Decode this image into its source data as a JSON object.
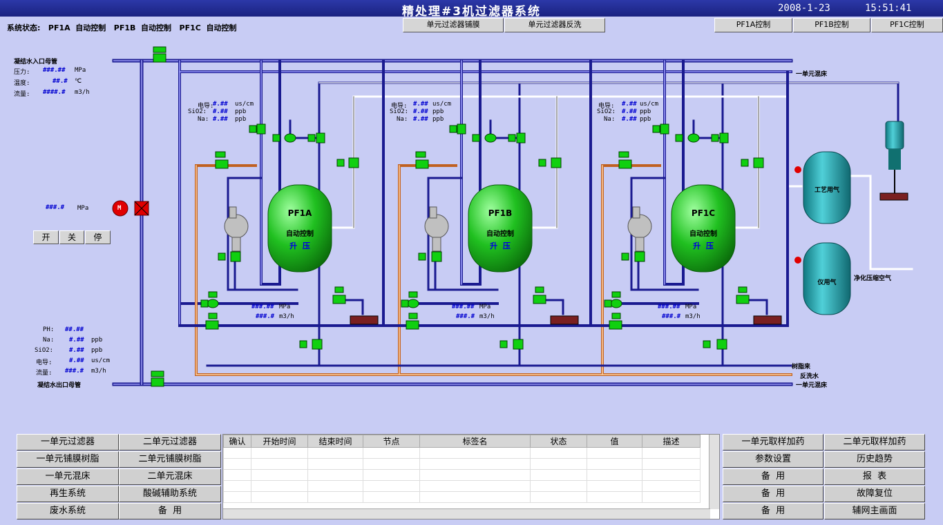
{
  "header": {
    "title": "精处理#3机过滤器系统",
    "date": "2008-1-23",
    "time": "15:51:41"
  },
  "status_line": "系统状态:   PF1A  自动控制   PF1B  自动控制   PF1C  自动控制",
  "top_buttons": [
    "单元过滤器铺膜",
    "单元过滤器反洗"
  ],
  "control_buttons": [
    "PF1A控制",
    "PF1B控制",
    "PF1C控制"
  ],
  "inlet": {
    "title": "凝结水入口母管",
    "pressure_label": "压力:",
    "pressure_value": "###.##",
    "pressure_unit": "MPa",
    "temp_label": "温度:",
    "temp_value": "##.#",
    "temp_unit": "℃",
    "flow_label": "流量:",
    "flow_value": "####.#",
    "flow_unit": "m3/h"
  },
  "pump": {
    "value": "###.#",
    "unit": "MPa",
    "motor_label": "M",
    "buttons": [
      "开",
      "关",
      "停"
    ]
  },
  "outlet": {
    "title": "凝结水出口母管",
    "ph_label": "PH:",
    "ph_value": "##.##",
    "na_label": "Na:",
    "na_value": "#.##",
    "na_unit": "ppb",
    "sio2_label": "SiO2:",
    "sio2_value": "#.##",
    "sio2_unit": "ppb",
    "cond_label": "电导:",
    "cond_value": "#.##",
    "cond_unit": "us/cm",
    "flow_label": "流量:",
    "flow_value": "###.#",
    "flow_unit": "m3/h"
  },
  "filters": [
    {
      "name": "PF1A",
      "mode": "自动控制",
      "state": "升  压",
      "cond_label": "电导:",
      "cond": "#.##",
      "cond_unit": "us/cm",
      "sio2_label": "SiO2:",
      "sio2": "#.##",
      "sio2_unit": "ppb",
      "na_label": "Na:",
      "na": "#.##",
      "na_unit": "ppb",
      "pressure": "###.##",
      "pressure_unit": "MPa",
      "flow": "###.#",
      "flow_unit": "m3/h"
    },
    {
      "name": "PF1B",
      "mode": "自动控制",
      "state": "升  压",
      "cond_label": "电导:",
      "cond": "#.##",
      "cond_unit": "us/cm",
      "sio2_label": "SiO2:",
      "sio2": "#.##",
      "sio2_unit": "ppb",
      "na_label": "Na:",
      "na": "#.##",
      "na_unit": "ppb",
      "pressure": "###.##",
      "pressure_unit": "MPa",
      "flow": "###.#",
      "flow_unit": "m3/h"
    },
    {
      "name": "PF1C",
      "mode": "自动控制",
      "state": "升  压",
      "cond_label": "电导:",
      "cond": "#.##",
      "cond_unit": "us/cm",
      "sio2_label": "SiO2:",
      "sio2": "#.##",
      "sio2_unit": "ppb",
      "na_label": "Na:",
      "na": "#.##",
      "na_unit": "ppb",
      "pressure": "###.##",
      "pressure_unit": "MPa",
      "flow": "###.#",
      "flow_unit": "m3/h"
    }
  ],
  "right_labels": {
    "to_bed_top": "一单元混床",
    "to_bed_bottom": "一单元混床",
    "resin": "树脂来",
    "backwash": "反洗水",
    "air": "净化压缩空气",
    "process_air": "工艺用气",
    "instrument_air": "仪用气"
  },
  "bottom_left_buttons": [
    [
      "一单元过滤器",
      "二单元过滤器"
    ],
    [
      "一单元铺膜树脂",
      "二单元铺膜树脂"
    ],
    [
      "一单元混床",
      "二单元混床"
    ],
    [
      "再生系统",
      "酸碱辅助系统"
    ],
    [
      "废水系统",
      "备  用"
    ]
  ],
  "bottom_right_buttons": [
    [
      "一单元取样加药",
      "二单元取样加药"
    ],
    [
      "参数设置",
      "历史趋势"
    ],
    [
      "备  用",
      "报  表"
    ],
    [
      "备  用",
      "故障复位"
    ],
    [
      "备  用",
      "辅网主画面"
    ]
  ],
  "alarm_table": {
    "columns": [
      "确认",
      "开始时间",
      "结束时间",
      "节点",
      "标签名",
      "状态",
      "值",
      "描述"
    ]
  },
  "colors": {
    "pipe_blue": "#1a1a90",
    "pipe_orange": "#f0a060",
    "tank_green": "#22c022",
    "tank_cyan": "#20a0a8",
    "valve_green": "#10d010",
    "title_bg": "#1a2280"
  }
}
